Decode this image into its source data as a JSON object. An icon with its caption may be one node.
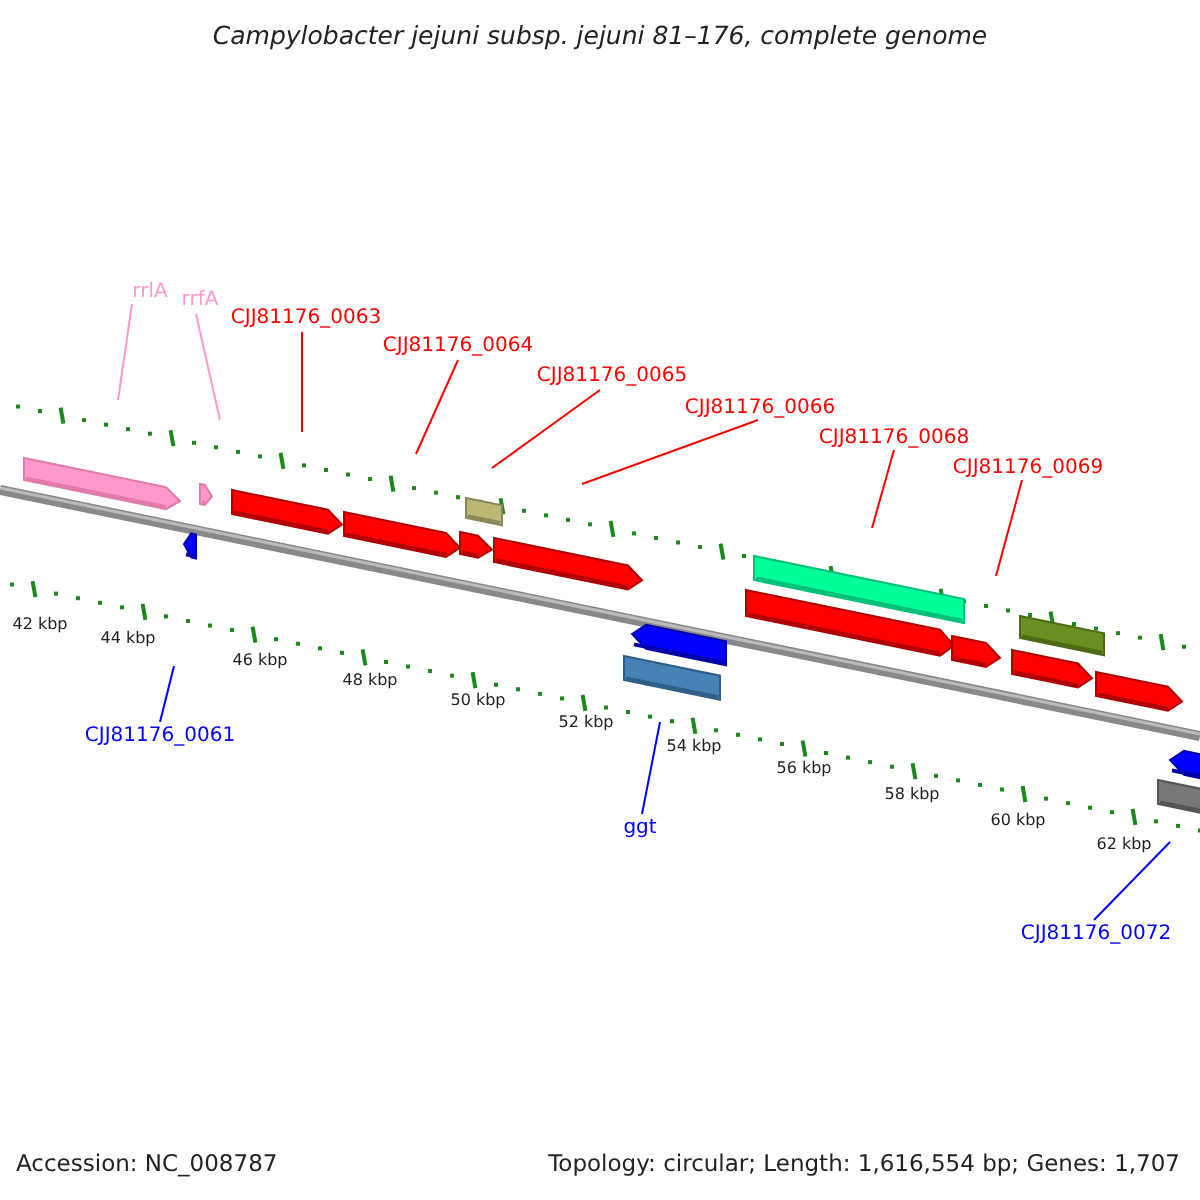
{
  "diagram": {
    "title": "Campylobacter jejuni subsp. jejuni 81–176, complete genome",
    "nodes": [
      {
        "text": [
          "rrlA"
        ]
      },
      {
        "text": [
          "rrfA"
        ]
      },
      {
        "text": [
          "CJJ81176_0063"
        ]
      },
      {
        "text": [
          "CJJ81176_0064"
        ]
      },
      {
        "text": [
          "CJJ81176_0065"
        ]
      },
      {
        "text": [
          "CJJ81176_0066"
        ]
      },
      {
        "text": [
          "CJJ81176_0068"
        ]
      },
      {
        "text": [
          "CJJ81176_0069"
        ]
      },
      {
        "text": [
          "CJJ81176_0061"
        ]
      },
      {
        "text": [
          "ggt"
        ]
      },
      {
        "text": [
          "CJJ81176_0072"
        ]
      }
    ],
    "edges": [
      {
        "from": 0,
        "to": null,
        "arrow": "none",
        "color": "#ff99cc"
      },
      {
        "from": 1,
        "to": null,
        "arrow": "none",
        "color": "#ff99cc"
      },
      {
        "from": 2,
        "to": null,
        "arrow": "none"
      },
      {
        "from": 3,
        "to": null,
        "arrow": "none"
      },
      {
        "from": 4,
        "to": null,
        "arrow": "none"
      },
      {
        "from": 5,
        "to": null,
        "arrow": "none"
      },
      {
        "from": 6,
        "to": null,
        "arrow": "none"
      },
      {
        "from": 7,
        "to": null,
        "arrow": "none"
      },
      {
        "from": 8,
        "to": null,
        "arrow": "none",
        "color": "#0000ff"
      },
      {
        "from": 9,
        "to": null,
        "arrow": "none",
        "color": "#0000ff"
      },
      {
        "from": 10,
        "to": null,
        "arrow": "none",
        "color": "#0000ff"
      }
    ],
    "labels": [
      "42 kbp",
      "44 kbp",
      "46 kbp",
      "48 kbp",
      "50 kbp",
      "52 kbp",
      "54 kbp",
      "56 kbp",
      "58 kbp",
      "60 kbp",
      "62 kbp",
      "Accession: NC_008787",
      "Topology: circular; Length: 1,616,554 bp; Genes: 1,707"
    ]
  }
}
